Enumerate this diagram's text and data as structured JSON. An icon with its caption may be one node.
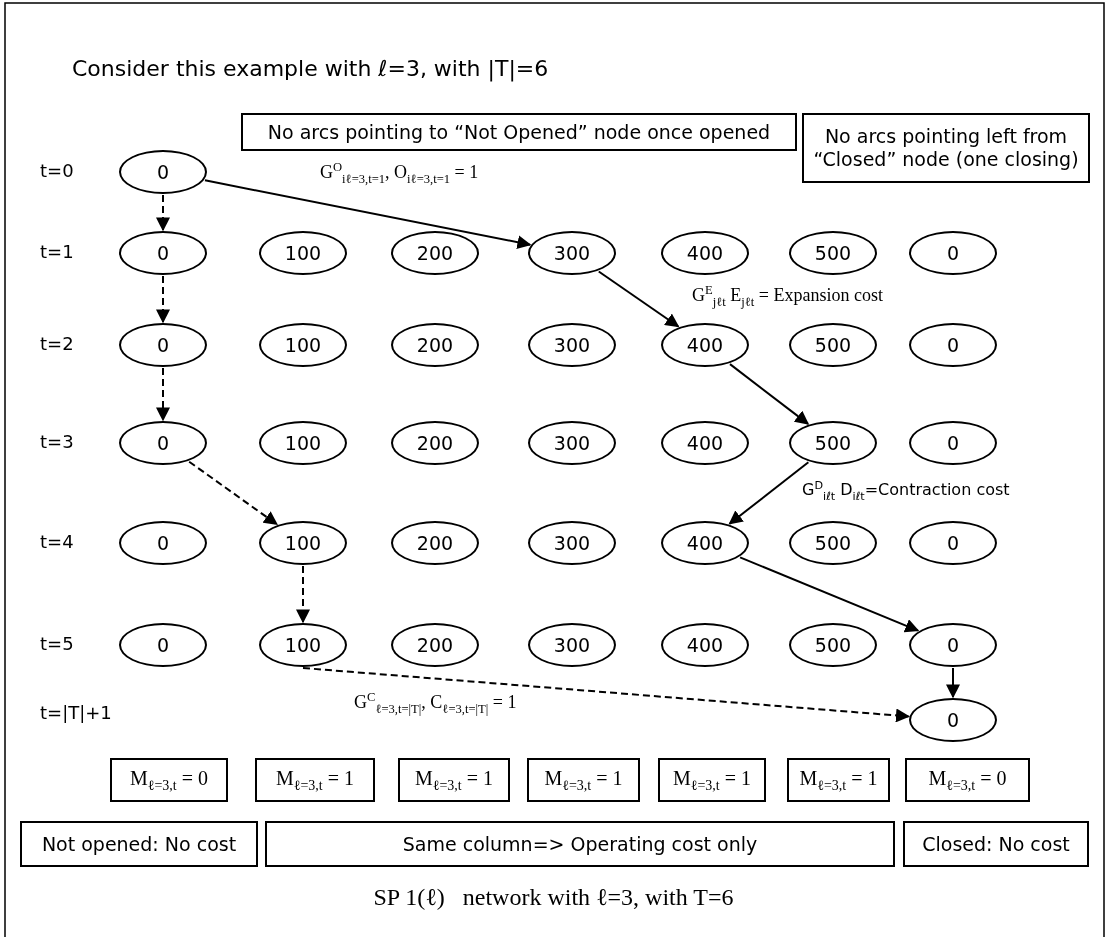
{
  "diagram": {
    "title": "Consider this example with ℓ=3, with |T|=6",
    "caption": "SP 1(ℓ)   network with ℓ=3, with T=6",
    "nodes": [
      {
        "text": [
          "No arcs pointing to “Not Opened” node once opened"
        ]
      },
      {
        "text": [
          "No arcs pointing left from “Closed” node (one closing)"
        ]
      },
      {
        "text": [
          "0"
        ]
      },
      {
        "text": [
          "0"
        ]
      },
      {
        "text": [
          "100"
        ]
      },
      {
        "text": [
          "200"
        ]
      },
      {
        "text": [
          "300"
        ]
      },
      {
        "text": [
          "400"
        ]
      },
      {
        "text": [
          "500"
        ]
      },
      {
        "text": [
          "0"
        ]
      },
      {
        "text": [
          "0"
        ]
      },
      {
        "text": [
          "100"
        ]
      },
      {
        "text": [
          "200"
        ]
      },
      {
        "text": [
          "300"
        ]
      },
      {
        "text": [
          "400"
        ]
      },
      {
        "text": [
          "500"
        ]
      },
      {
        "text": [
          "0"
        ]
      },
      {
        "text": [
          "0"
        ]
      },
      {
        "text": [
          "100"
        ]
      },
      {
        "text": [
          "200"
        ]
      },
      {
        "text": [
          "300"
        ]
      },
      {
        "text": [
          "400"
        ]
      },
      {
        "text": [
          "500"
        ]
      },
      {
        "text": [
          "0"
        ]
      },
      {
        "text": [
          "0"
        ]
      },
      {
        "text": [
          "100"
        ]
      },
      {
        "text": [
          "200"
        ]
      },
      {
        "text": [
          "300"
        ]
      },
      {
        "text": [
          "400"
        ]
      },
      {
        "text": [
          "500"
        ]
      },
      {
        "text": [
          "0"
        ]
      },
      {
        "text": [
          "0"
        ]
      },
      {
        "text": [
          "100"
        ]
      },
      {
        "text": [
          "200"
        ]
      },
      {
        "text": [
          "300"
        ]
      },
      {
        "text": [
          "400"
        ]
      },
      {
        "text": [
          "500"
        ]
      },
      {
        "text": [
          "0"
        ]
      },
      {
        "text": [
          "0"
        ]
      },
      {
        "text": [
          "M$_{ℓ=3,t}$ = 0"
        ]
      },
      {
        "text": [
          "M$_{ℓ=3,t}$ = 1"
        ]
      },
      {
        "text": [
          "M$_{ℓ=3,t}$ = 1"
        ]
      },
      {
        "text": [
          "M$_{ℓ=3,t}$ = 1"
        ]
      },
      {
        "text": [
          "M$_{ℓ=3,t}$ = 1"
        ]
      },
      {
        "text": [
          "M$_{ℓ=3,t}$ = 1"
        ]
      },
      {
        "text": [
          "M$_{ℓ=3,t}$ = 0"
        ]
      },
      {
        "text": [
          "Not opened: No cost"
        ]
      },
      {
        "text": [
          "Same column=> Operating cost only"
        ]
      },
      {
        "text": [
          "Closed: No cost"
        ]
      }
    ],
    "edges": [
      {
        "from": 2,
        "to": 3,
        "arrow": "to",
        "style": "dashed"
      },
      {
        "from": 2,
        "to": 6,
        "arrow": "to",
        "label": "G$^{O}$$_{iℓ=3,t=1}$, O$_{iℓ=3,t=1}$ = 1"
      },
      {
        "from": 3,
        "to": 10,
        "arrow": "to",
        "style": "dashed"
      },
      {
        "from": 10,
        "to": 17,
        "arrow": "to",
        "style": "dashed"
      },
      {
        "from": 17,
        "to": 25,
        "arrow": "to",
        "style": "dashed"
      },
      {
        "from": 25,
        "to": 32,
        "arrow": "to",
        "style": "dashed"
      },
      {
        "from": 32,
        "to": 38,
        "arrow": "to",
        "style": "dashed",
        "label": "G$^{C}$$_{ℓ=3,t=|T|}$, C$_{ℓ=3,t=|T|}$ = 1"
      },
      {
        "from": 6,
        "to": 14,
        "arrow": "to",
        "label": "G$^{E}$$_{jℓt}$ E$_{jℓt}$ = Expansion cost"
      },
      {
        "from": 14,
        "to": 22,
        "arrow": "to"
      },
      {
        "from": 22,
        "to": 28,
        "arrow": "to",
        "label": "G$^{D}$$_{iℓt}$ D$_{iℓt}$=Contraction cost"
      },
      {
        "from": 28,
        "to": 37,
        "arrow": "to"
      },
      {
        "from": 37,
        "to": 38,
        "arrow": "to"
      }
    ],
    "labels": [
      "t=0",
      "t=1",
      "t=2",
      "t=3",
      "t=4",
      "t=5",
      "t=|T|+1"
    ]
  }
}
